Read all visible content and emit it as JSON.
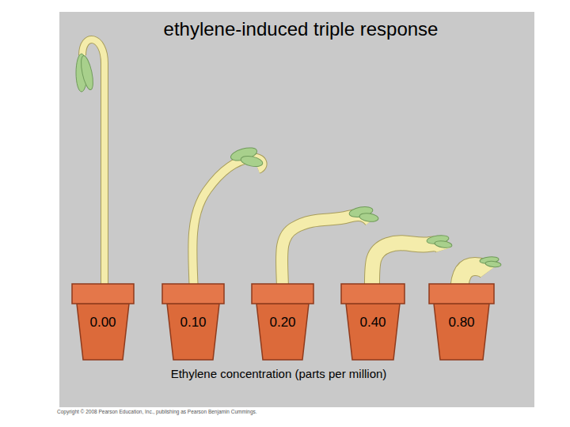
{
  "diagram": {
    "title": "ethylene-induced triple response",
    "nodes": [
      {
        "text": [
          "0.00"
        ]
      },
      {
        "text": [
          "0.10"
        ]
      },
      {
        "text": [
          "0.20"
        ]
      },
      {
        "text": [
          "0.40"
        ]
      },
      {
        "text": [
          "0.80"
        ]
      }
    ],
    "labels": [
      "Ethylene concentration (parts per million)",
      "Copyright © 2008 Pearson Education, Inc., publishing as Pearson Benjamin Cummings."
    ]
  }
}
